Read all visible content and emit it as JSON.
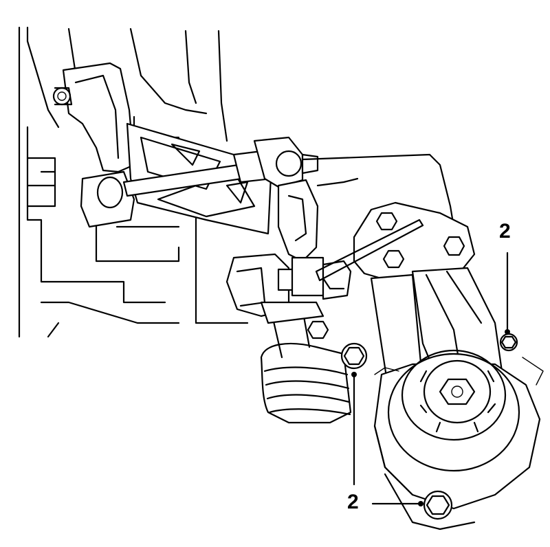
{
  "figure": {
    "callouts": [
      {
        "id": "top-right",
        "label": "2"
      },
      {
        "id": "bottom",
        "label": "2"
      }
    ]
  },
  "colors": {
    "line": "#000000",
    "background": "#ffffff"
  }
}
